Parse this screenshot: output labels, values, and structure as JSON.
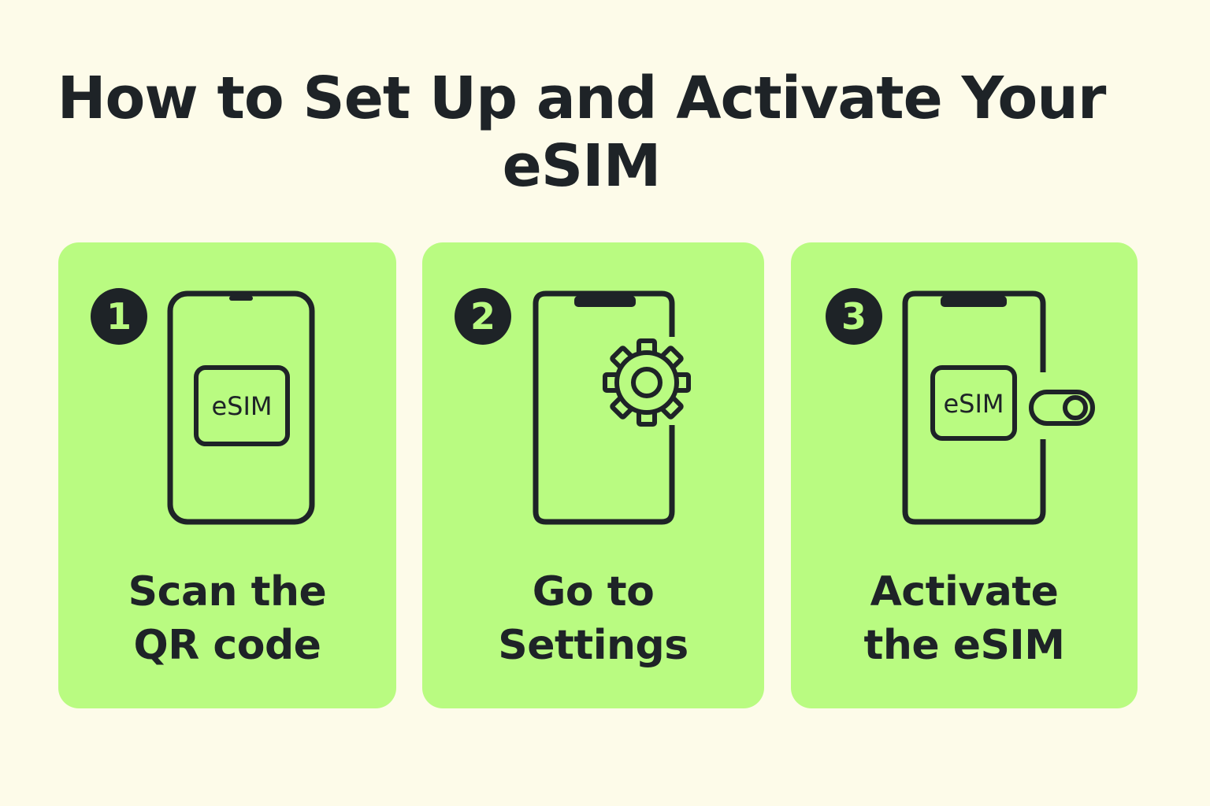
{
  "title": {
    "line1": "How to Set Up and Activate Your",
    "line2": "eSIM"
  },
  "colors": {
    "background": "#fdfbe9",
    "card": "#b9fb81",
    "ink": "#1e2327"
  },
  "steps": [
    {
      "number": "1",
      "icon": "phone-with-esim-icon",
      "chip_label": "eSIM",
      "caption_line1": "Scan the",
      "caption_line2": "QR code"
    },
    {
      "number": "2",
      "icon": "phone-with-gear-icon",
      "caption_line1": "Go to",
      "caption_line2": "Settings"
    },
    {
      "number": "3",
      "icon": "phone-with-esim-toggle-icon",
      "chip_label": "eSIM",
      "caption_line1": "Activate",
      "caption_line2": "the eSIM"
    }
  ]
}
